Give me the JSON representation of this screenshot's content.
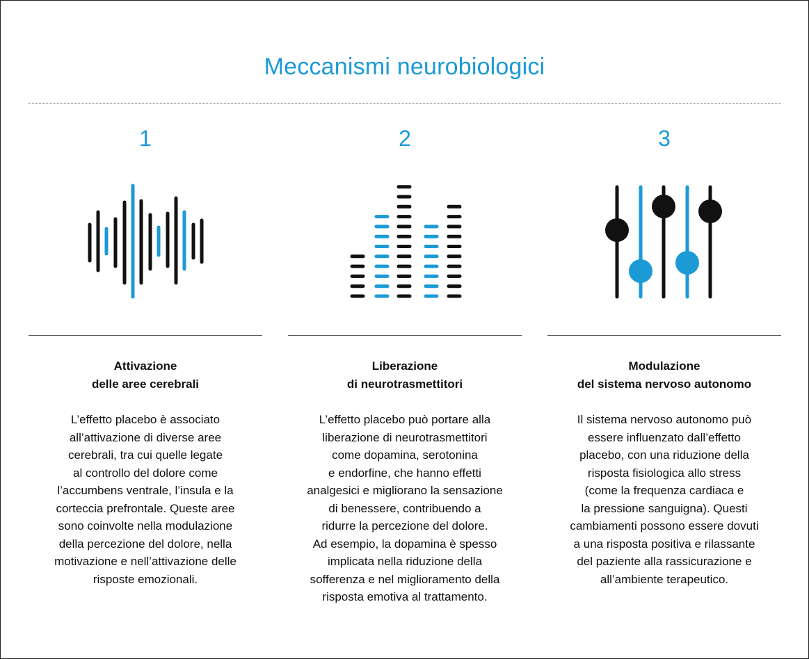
{
  "page": {
    "title": "Meccanismi neurobiologici",
    "accent_color": "#1b9ad6",
    "dark_color": "#111111"
  },
  "columns": [
    {
      "number": "1",
      "icon": "sound-wave-icon",
      "heading": [
        "Attivazione",
        "delle aree cerebrali"
      ],
      "body": [
        "L’effetto placebo è associato",
        "all’attivazione di diverse aree",
        "cerebrali, tra cui quelle legate",
        "al controllo del dolore come",
        "l’accumbens ventrale, l’insula e la",
        "corteccia prefrontale. Queste aree",
        "sono coinvolte nella modulazione",
        "della percezione del dolore, nella",
        "motivazione e nell’attivazione delle",
        "risposte emozionali."
      ]
    },
    {
      "number": "2",
      "icon": "equalizer-bars-icon",
      "heading": [
        "Liberazione",
        "di neurotrasmettitori"
      ],
      "body": [
        "L’effetto placebo può portare alla",
        "liberazione di neurotrasmettitori",
        "come dopamina, serotonina",
        "e endorfine, che hanno effetti",
        "analgesici e migliorano la sensazione",
        "di benessere, contribuendo a",
        "ridurre la percezione del dolore.",
        "Ad esempio, la dopamina è spesso",
        "implicata nella riduzione della",
        "sofferenza e nel miglioramento della",
        "risposta emotiva al trattamento."
      ]
    },
    {
      "number": "3",
      "icon": "mixer-sliders-icon",
      "heading": [
        "Modulazione",
        "del sistema nervoso autonomo"
      ],
      "body": [
        "Il sistema nervoso autonomo può",
        "essere influenzato dall’effetto",
        "placebo, con una riduzione della",
        "risposta fisiologica allo stress",
        "(come la frequenza cardiaca e",
        "la pressione sanguigna). Questi",
        "cambiamenti possono essere dovuti",
        "a una risposta positiva e rilassante",
        "del paziente alla rassicurazione e",
        "all’ambiente terapeutico."
      ]
    }
  ]
}
